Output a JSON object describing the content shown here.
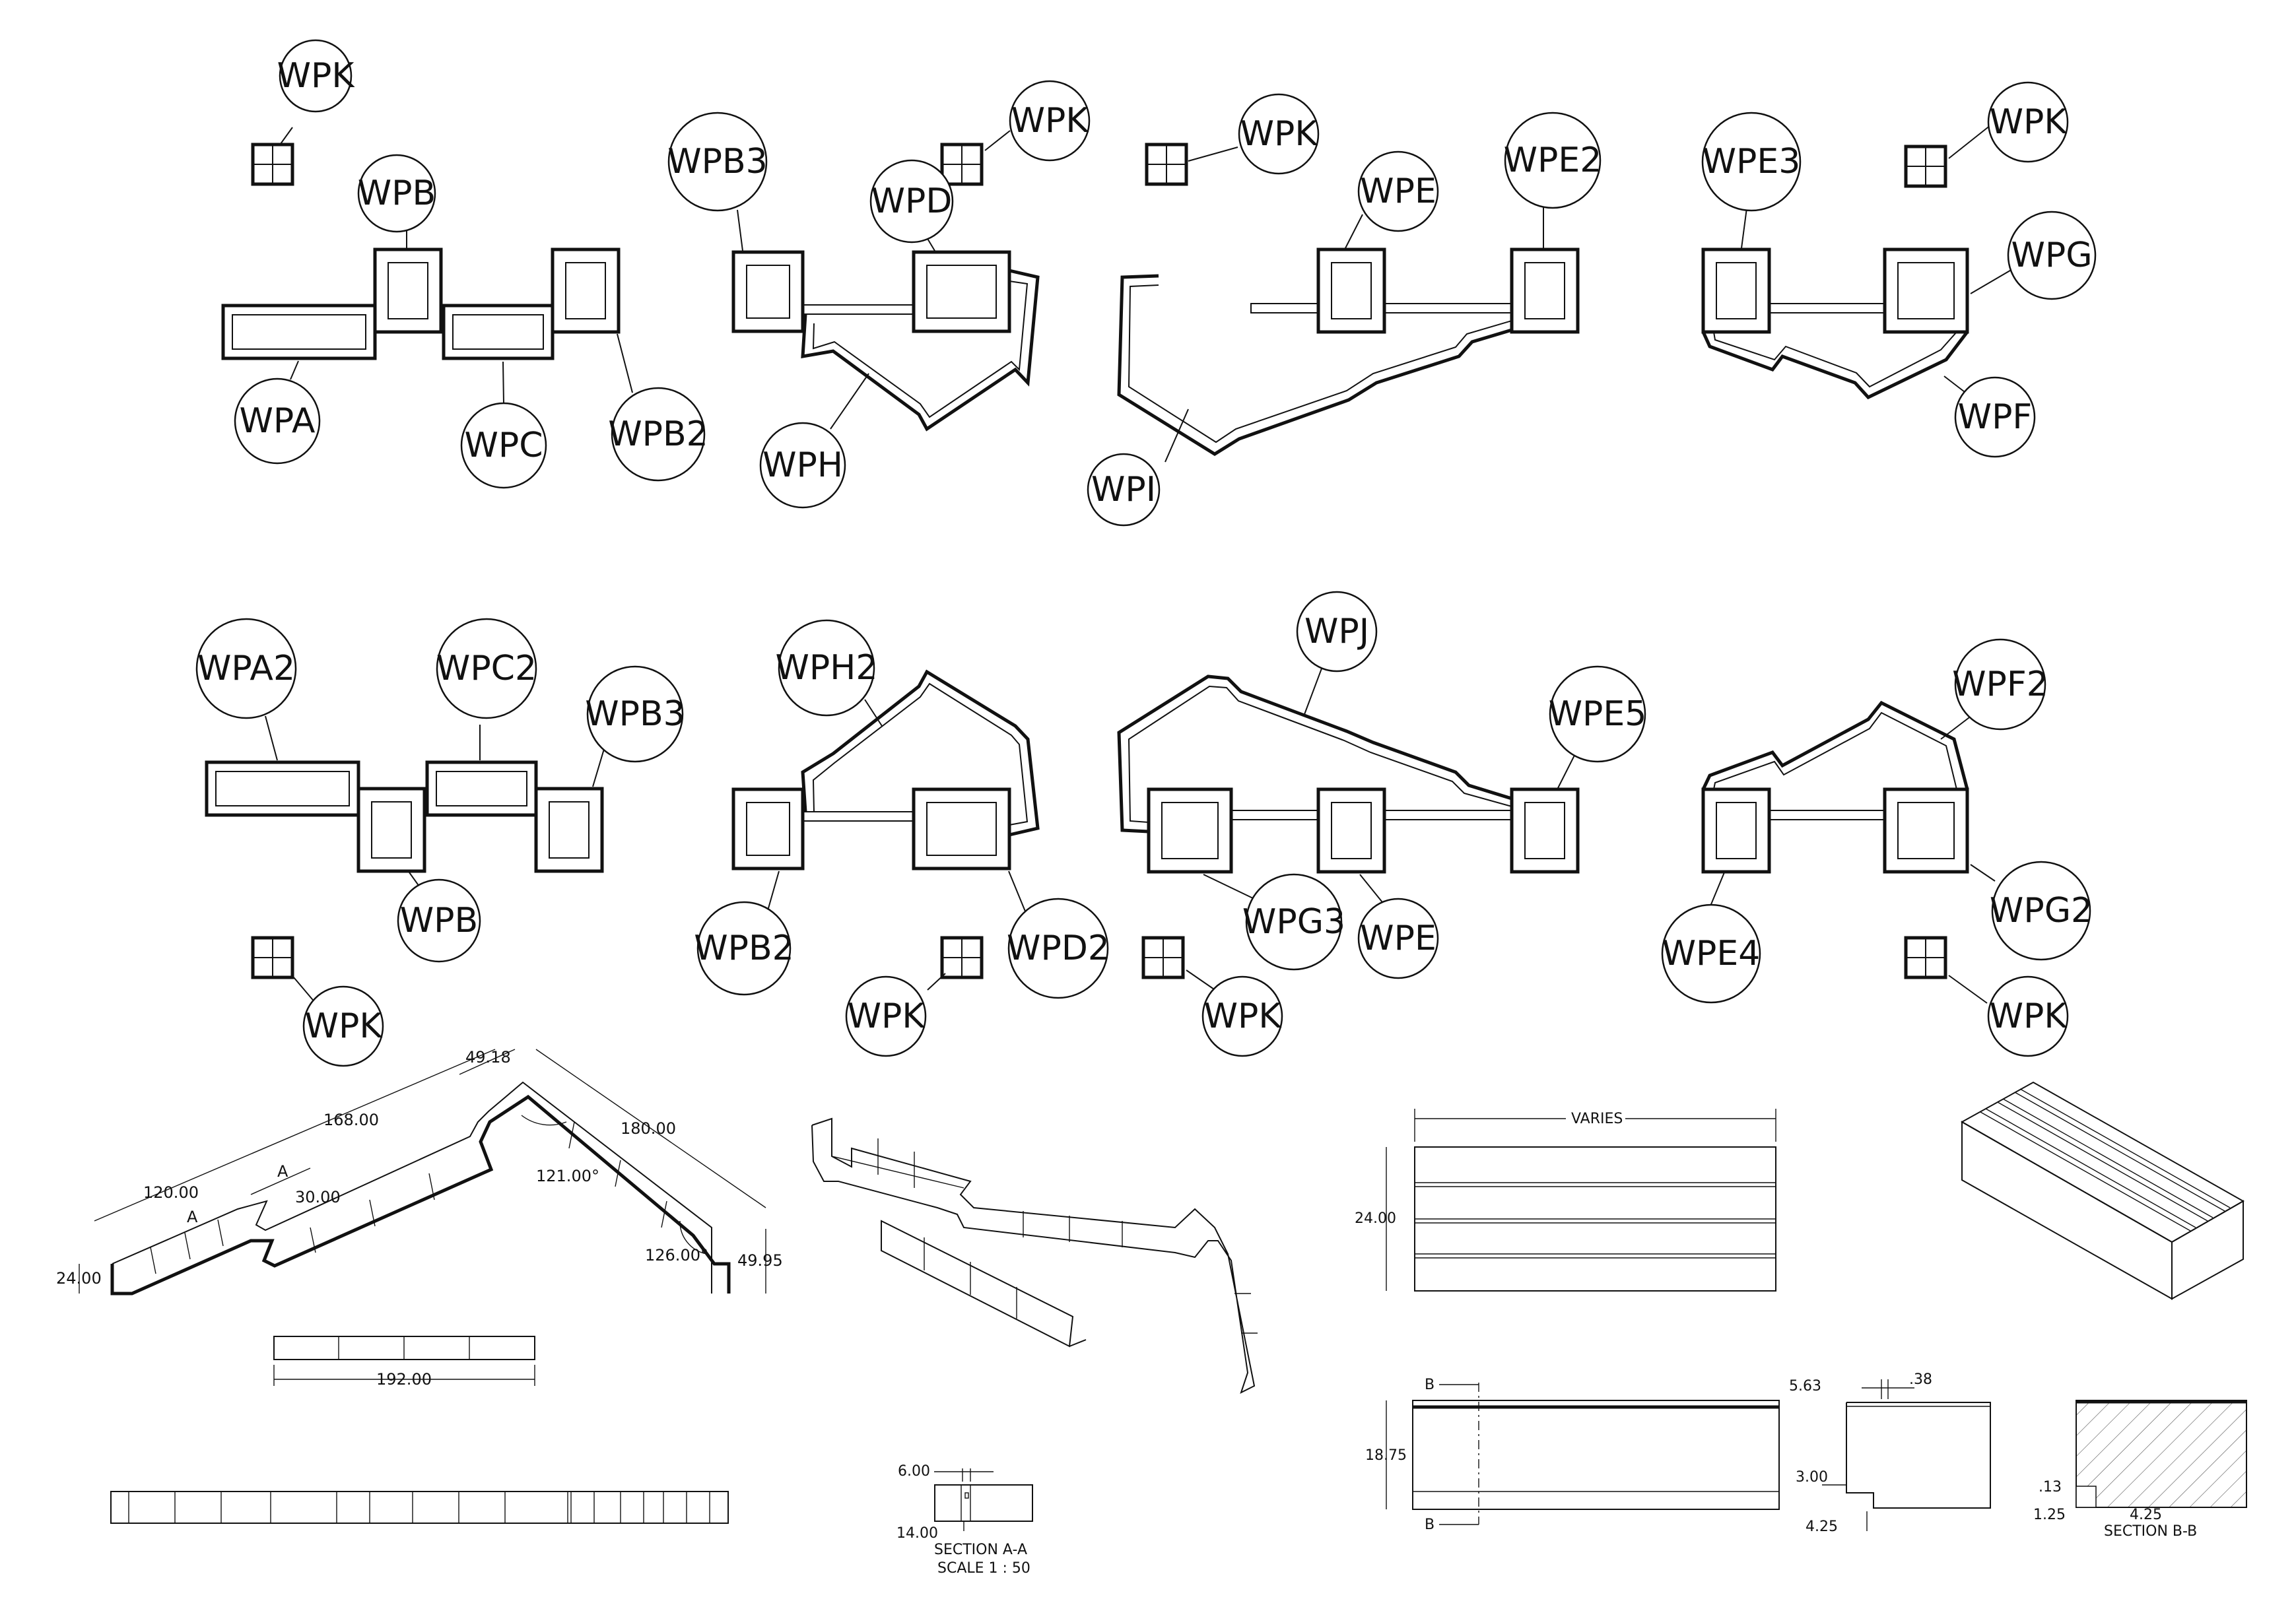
{
  "title": "",
  "balloons": [
    "WPK",
    "WPB",
    "WPA",
    "WPC",
    "WPB2",
    "WPB3",
    "WPD",
    "WPH",
    "WPK",
    "WPK",
    "WPE",
    "WPE2",
    "WPI",
    "WPE3",
    "WPK",
    "WPG",
    "WPF",
    "WPA2",
    "WPC2",
    "WPB3",
    "WPB",
    "WPK",
    "WPH2",
    "WPB2",
    "WPD2",
    "WPK",
    "WPJ",
    "WPE5",
    "WPG3",
    "WPE",
    "WPK",
    "WPF2",
    "WPE4",
    "WPG2",
    "WPK"
  ],
  "dims": {
    "d49_18": "49.18",
    "d168": "168.00",
    "d180": "180.00",
    "d120": "120.00",
    "d30": "30.00",
    "d121deg": "121.00°",
    "d126deg": "126.00°",
    "d49_95": "49.95",
    "d24": "24.00",
    "d192": "192.00",
    "varies": "VARIES",
    "d24b": "24.00",
    "d18_75": "18.75",
    "d5_63": "5.63",
    "d_38": ".38",
    "d3": "3.00",
    "d4_25": "4.25",
    "d_13": ".13",
    "d1_25": "1.25",
    "d4_25b": "4.25",
    "d6": "6.00",
    "d14": "14.00",
    "cutA": "A",
    "cutB": "B"
  },
  "sections": {
    "aa_title": "SECTION A-A",
    "aa_scale": "SCALE 1 : 50",
    "bb_title": "SECTION B-B"
  }
}
